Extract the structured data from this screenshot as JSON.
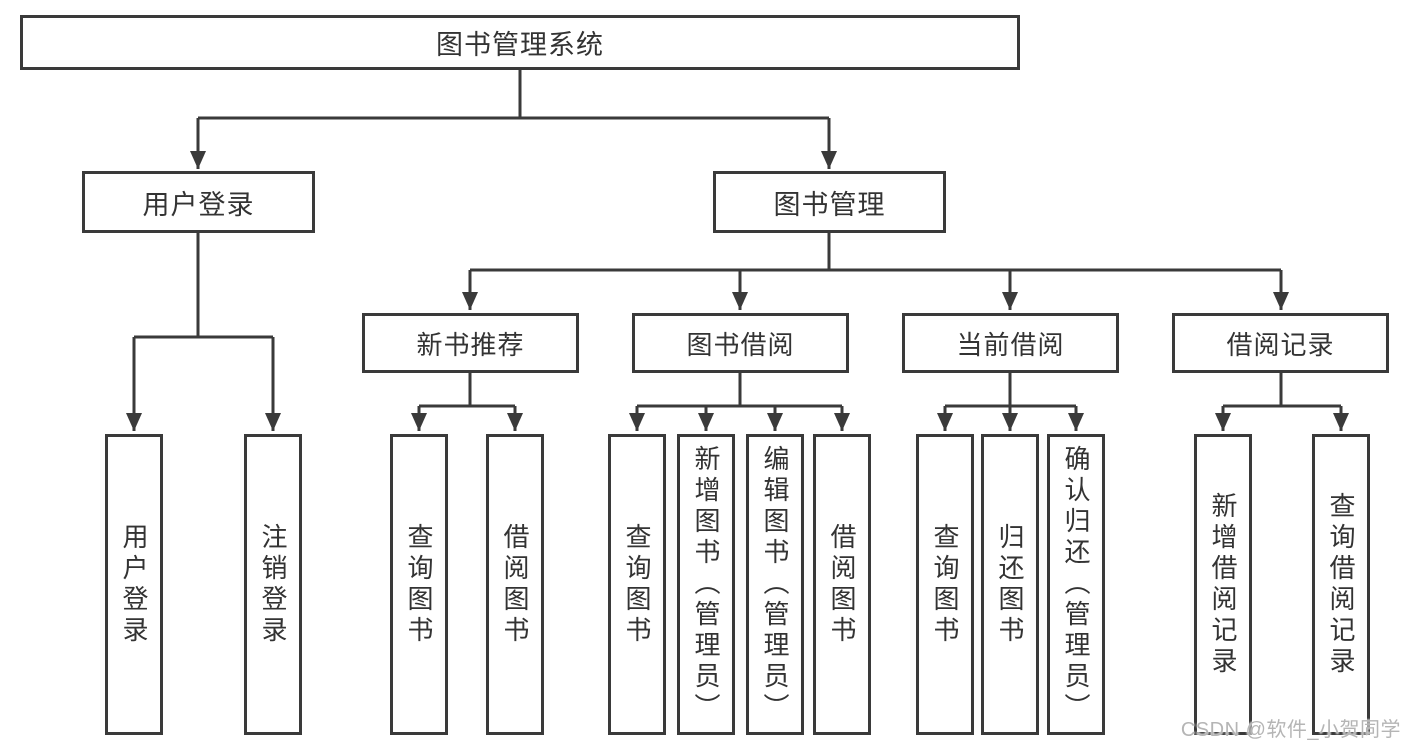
{
  "diagram": {
    "root": {
      "label": "图书管理系统"
    },
    "level2": [
      {
        "label": "用户登录"
      },
      {
        "label": "图书管理"
      }
    ],
    "level3": [
      {
        "label": "新书推荐"
      },
      {
        "label": "图书借阅"
      },
      {
        "label": "当前借阅"
      },
      {
        "label": "借阅记录"
      }
    ],
    "leaves": {
      "user_login": [
        {
          "label": "用户登录"
        },
        {
          "label": "注销登录"
        }
      ],
      "new_books": [
        {
          "label": "查询图书"
        },
        {
          "label": "借阅图书"
        }
      ],
      "book_borrow": [
        {
          "label": "查询图书"
        },
        {
          "label": "新增图书（管理员）"
        },
        {
          "label": "编辑图书（管理员）"
        },
        {
          "label": "借阅图书"
        }
      ],
      "current_borrow": [
        {
          "label": "查询图书"
        },
        {
          "label": "归还图书"
        },
        {
          "label": "确认归还（管理员）"
        }
      ],
      "borrow_records": [
        {
          "label": "新增借阅记录"
        },
        {
          "label": "查询借阅记录"
        }
      ]
    }
  },
  "watermark": {
    "text": "CSDN @软件_小贺同学"
  },
  "colors": {
    "line": "#3a3a3a",
    "text": "#333333",
    "watermark": "#b5b5b5",
    "background": "#ffffff"
  }
}
